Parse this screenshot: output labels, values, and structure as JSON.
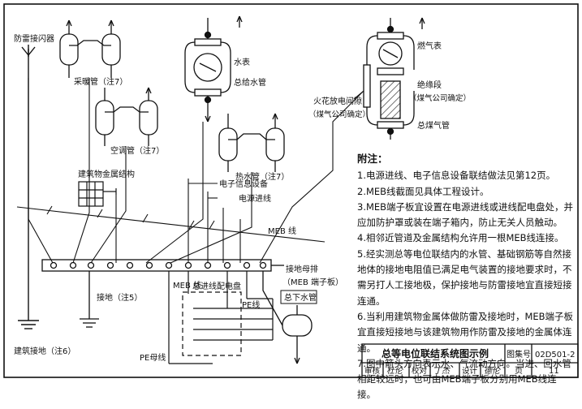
{
  "labels": {
    "lightning_rod": "防雷接闪器",
    "heating_pipe": "采暖管（注7）",
    "ac_pipe": "空调管（注7）",
    "building_metal": "建筑物金属结构",
    "water_meter": "水表",
    "main_water_pipe": "总给水管",
    "hot_water_pipe": "热水管（注7）",
    "electronic_equipment": "电子信息设备",
    "power_line": "电源进线",
    "gas_meter": "燃气表",
    "insulation_section": "绝缘段",
    "gas_company_1": "（煤气公司确定）",
    "spark_gap": "火花放电间隙",
    "gas_company_2": "（煤气公司确定）",
    "main_gas_pipe": "总煤气管",
    "meb_line_1": "MEB 线",
    "terminal_bar": "接地母排",
    "meb_terminal_board": "（MEB 端子板）",
    "meb_line_2": "MEB 线",
    "main_distribution_panel": "总进线配电盘",
    "pe_line": "PE线",
    "pe_bus": "PE母线",
    "main_drain_pipe": "总下水管",
    "grounding_note5": "接地（注5）",
    "building_grounding_note6": "建筑接地（注6）"
  },
  "notes": {
    "title": "附注：",
    "items": [
      "1.电源进线、电子信息设备联结做法见第12页。",
      "2.MEB线截面见具体工程设计。",
      "3.MEB端子板宜设置在电源进线或进线配电盘处，并应加防护罩或装在端子箱内，防止无关人员触动。",
      "4.相邻近管道及金属结构允许用一根MEB线连接。",
      "5.经实测总等电位联结内的水管、基础钢筋等自然接地体的接地电阻值已满足电气装置的接地要求时，不需另打人工接地极，保护接地与防雷接地宜直接短接连通。",
      "6.当利用建筑物金属体做防雷及接地时，MEB端子板宜直接短接地与该建筑物用作防雷及接地的金属体连通。",
      "7.图中箭头方向表示水、气流动方向。当进、回水管相距较远时，也可由MEB端子板分别用MEB线连接。"
    ]
  },
  "title_block": {
    "title": "总等电位联结系统图示例",
    "atlas_label": "图集号",
    "atlas_no": "02D501-2",
    "review_label": "审核",
    "review_sig": "杜伦",
    "check_label": "校对",
    "check_sig": "丁杰",
    "design_label": "设计",
    "design_sig": "德伦",
    "page_label": "页",
    "page_no": "11"
  },
  "colors": {
    "line": "#111111",
    "hatch": "#333333",
    "background": "#ffffff"
  }
}
